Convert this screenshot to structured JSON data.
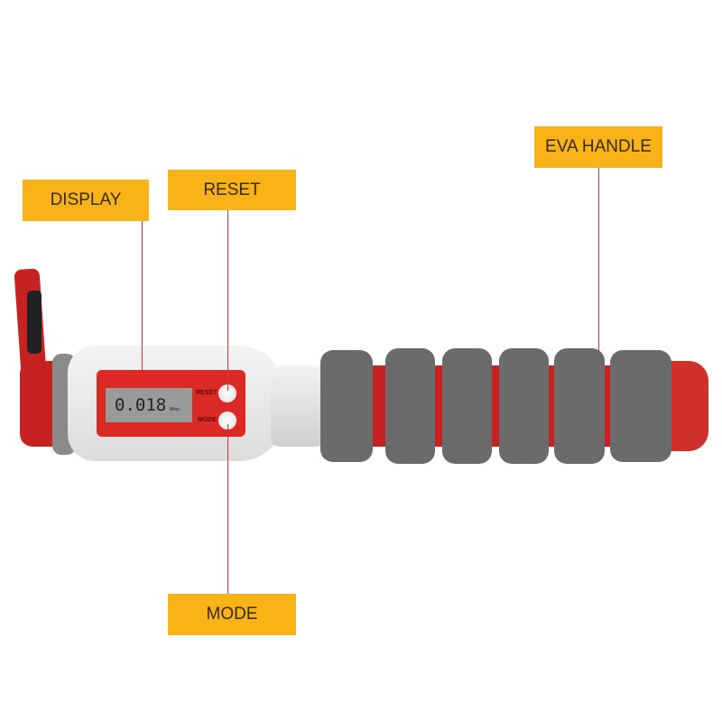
{
  "labels": {
    "display": "DISPLAY",
    "reset": "RESET",
    "mode": "MODE",
    "eva_handle": "EVA HANDLE"
  },
  "device": {
    "lcd_value": "0.018",
    "lcd_unit": "Mins",
    "reset_button_label": "RESET",
    "mode_button_label": "MODE"
  },
  "colors": {
    "label_bg": "#f7b318",
    "accent_red": "#d9322e",
    "foam_gray": "#6b6b6b"
  }
}
